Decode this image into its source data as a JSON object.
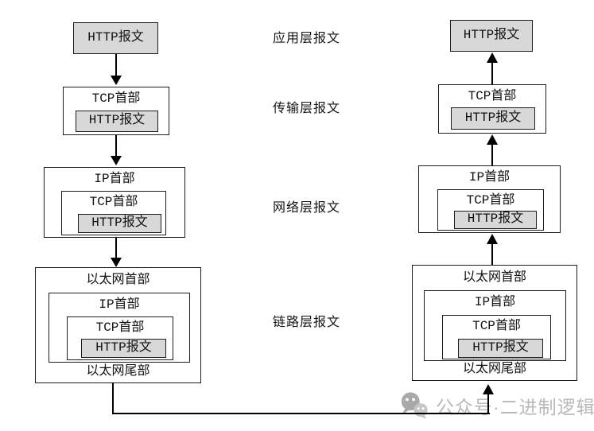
{
  "colors": {
    "payload_fill": "#d8d8d8",
    "box_border": "#1c1c1c",
    "arrow_line": "#000000",
    "watermark_gray": "#b9b9b9"
  },
  "labels": {
    "app": "应用层报文",
    "transport": "传输层报文",
    "network": "网络层报文",
    "link": "链路层报文"
  },
  "left": {
    "http": "HTTP报文",
    "tcp": {
      "title": "TCP首部",
      "payload": "HTTP报文"
    },
    "ip": {
      "title": "IP首部",
      "tcp": "TCP首部",
      "payload": "HTTP报文"
    },
    "eth": {
      "title": "以太网首部",
      "ip": "IP首部",
      "tcp": "TCP首部",
      "payload": "HTTP报文",
      "tail": "以太网尾部"
    }
  },
  "right": {
    "http": "HTTP报文",
    "tcp": {
      "title": "TCP首部",
      "payload": "HTTP报文"
    },
    "ip": {
      "title": "IP首部",
      "tcp": "TCP首部",
      "payload": "HTTP报文"
    },
    "eth": {
      "title": "以太网首部",
      "ip": "IP首部",
      "tcp": "TCP首部",
      "payload": "HTTP报文",
      "tail": "以太网尾部"
    }
  },
  "watermark": {
    "text": "公众号·二进制逻辑",
    "logo": "wechat-official-account-logo"
  }
}
